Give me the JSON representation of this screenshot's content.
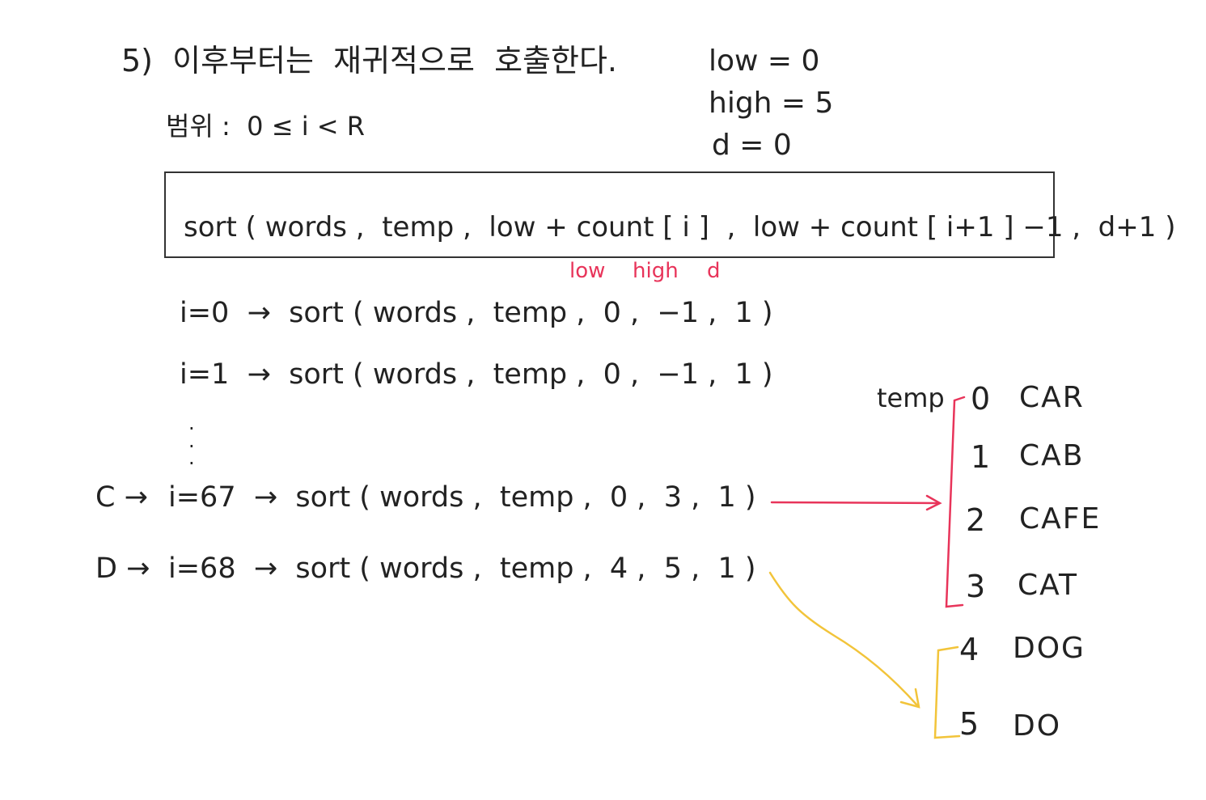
{
  "header": {
    "title": "5)  이후부터는  재귀적으로  호출한다.",
    "range": "범위 :  0 ≤ i < R"
  },
  "params": {
    "low": "low = 0",
    "high": "high = 5",
    "d": "d = 0"
  },
  "formula": {
    "text": "sort ( words ,  temp ,  low + count [ i ]  ,  low + count [ i+1 ] −1 ,  d+1 )",
    "annotations": {
      "low": "low",
      "high": "high",
      "d": "d"
    }
  },
  "calls": [
    {
      "prefix": "",
      "text": "i=0  →  sort ( words ,  temp ,  0 ,  −1 ,  1 )"
    },
    {
      "prefix": "",
      "text": "i=1  →  sort ( words ,  temp ,  0 ,  −1 ,  1 )"
    },
    {
      "prefix": "C →",
      "text": "i=67  →  sort ( words ,  temp ,  0 ,  3 ,  1 )"
    },
    {
      "prefix": "D →",
      "text": "i=68  →  sort ( words ,  temp ,  4 ,  5 ,  1 )"
    }
  ],
  "ellipsis": "·\n·\n·",
  "temp": {
    "label": "temp",
    "entries": [
      {
        "index": "0",
        "word": "CAR"
      },
      {
        "index": "1",
        "word": "CAB"
      },
      {
        "index": "2",
        "word": "CAFE"
      },
      {
        "index": "3",
        "word": "CAT"
      },
      {
        "index": "4",
        "word": "DOG"
      },
      {
        "index": "5",
        "word": "DO"
      }
    ]
  },
  "colors": {
    "ink": "#222222",
    "annotation": "#e8345a",
    "bracket_c": "#e8345a",
    "bracket_d": "#f2c43a"
  }
}
